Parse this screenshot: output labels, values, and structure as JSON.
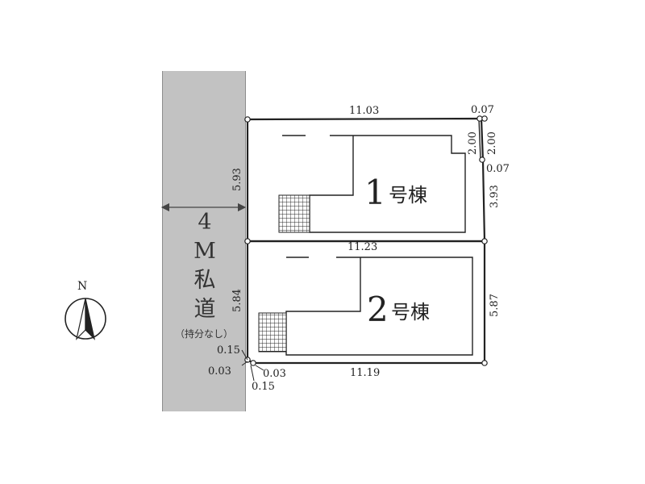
{
  "road": {
    "label_lines": [
      "4",
      "M",
      "私",
      "道"
    ],
    "note": "（持分なし）"
  },
  "buildings": [
    {
      "label_num": "1",
      "label_suffix": "号棟"
    },
    {
      "label_num": "2",
      "label_suffix": "号棟"
    }
  ],
  "dimensions": {
    "top": "11.03",
    "top_right_small": "0.07",
    "right_small_1": "2.00",
    "right_small_2": "2.00",
    "right_small_bottom": "0.07",
    "left_lot1": "5.93",
    "right_lot1": "3.93",
    "middle": "11.23",
    "left_lot2": "5.84",
    "right_lot2": "5.87",
    "bottom": "11.19",
    "corner_a": "0.15",
    "corner_b": "0.03",
    "corner_c": "0.03",
    "corner_d": "0.15"
  },
  "compass": {
    "label": "N"
  },
  "colors": {
    "road": "#c2c2c2",
    "line": "#222222"
  }
}
